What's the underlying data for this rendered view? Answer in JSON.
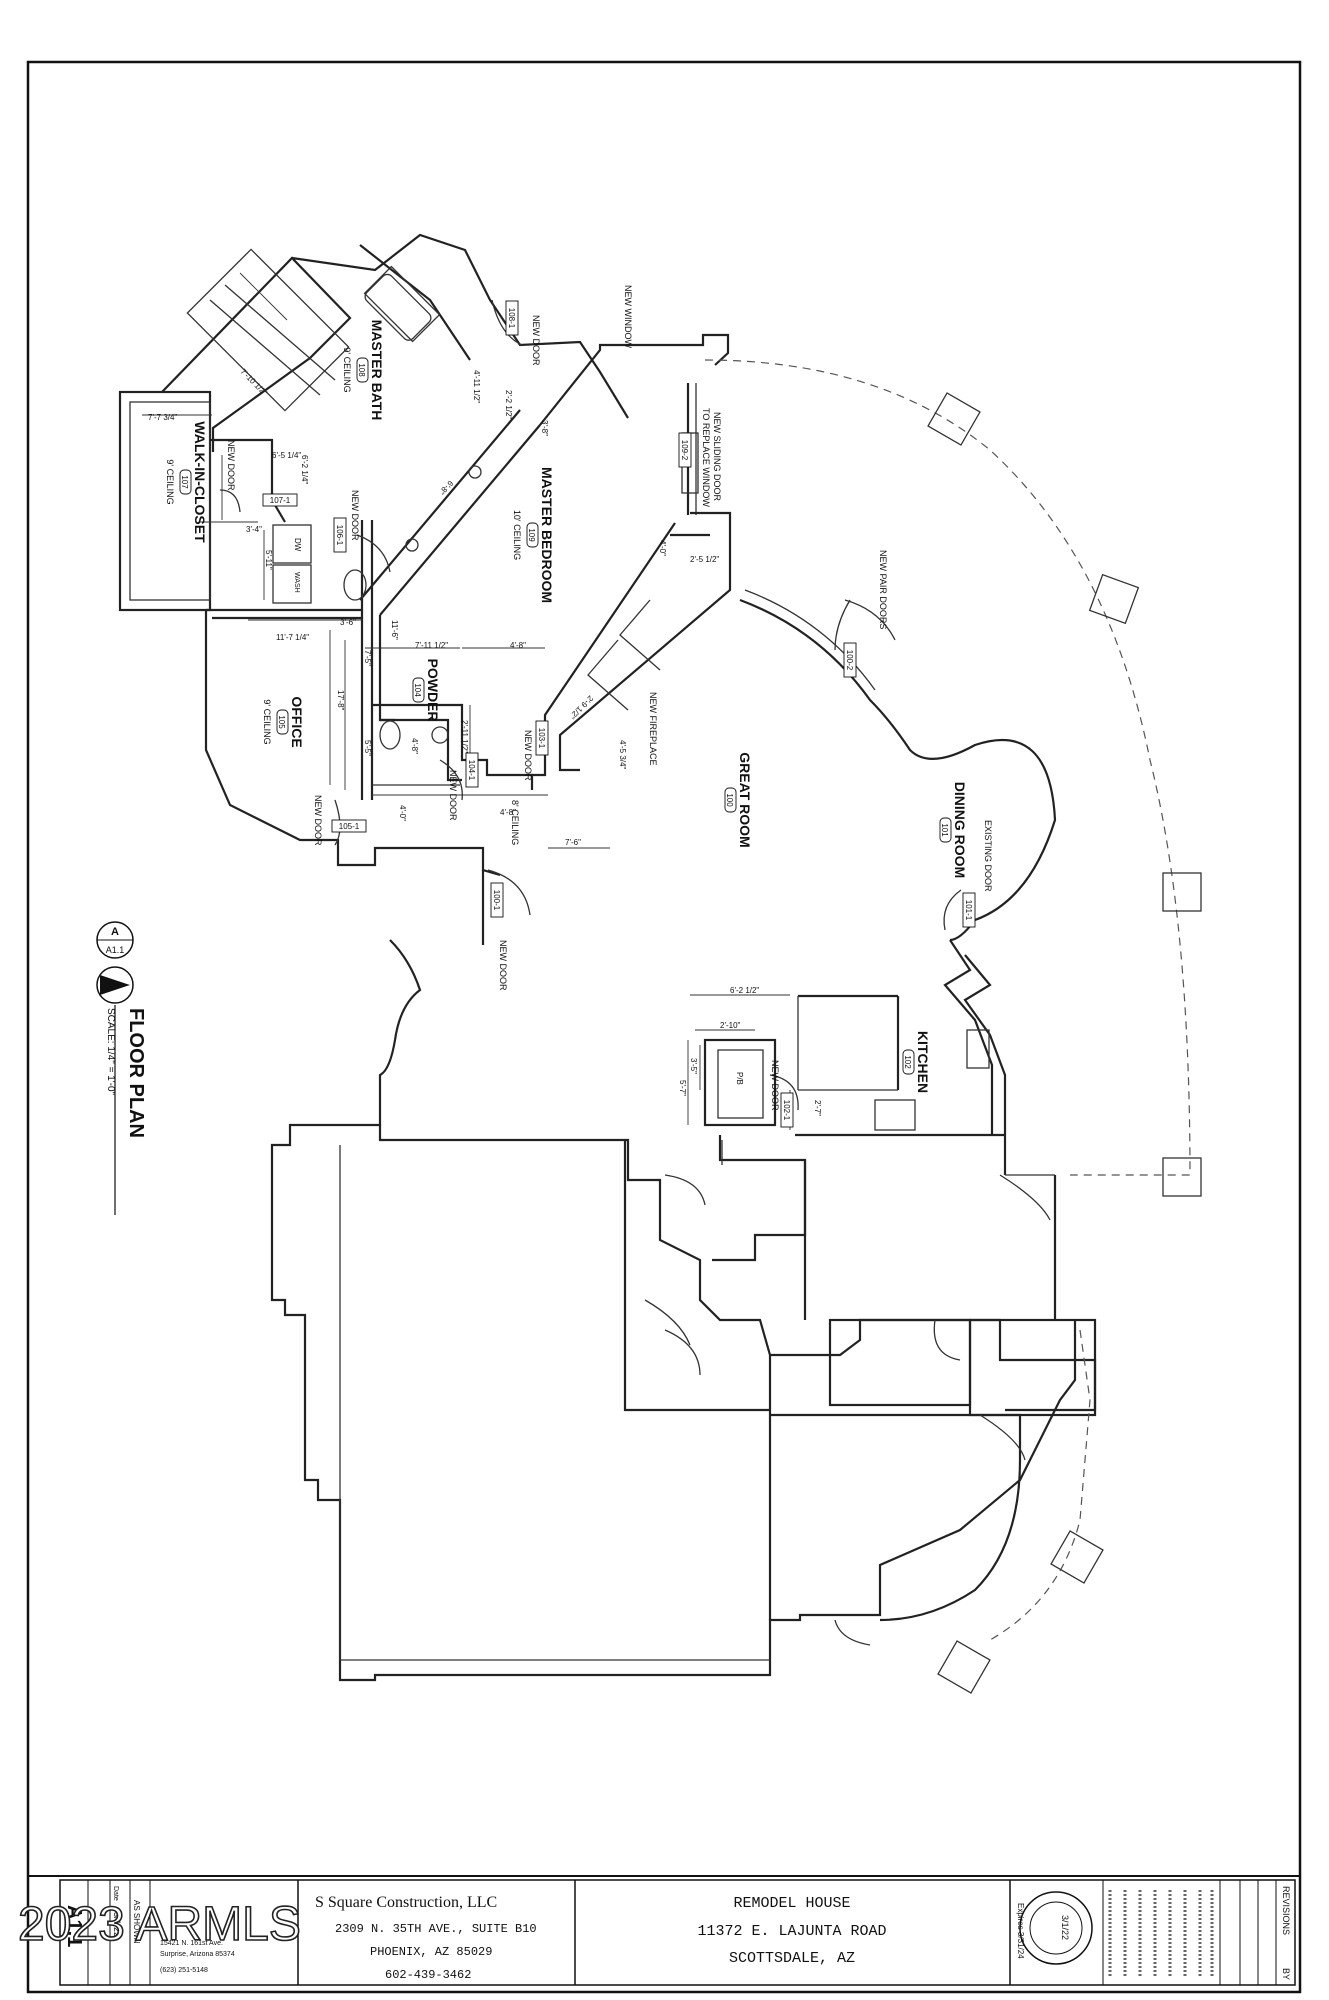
{
  "rooms": {
    "master_bath": {
      "name": "MASTER BATH",
      "tag": "108",
      "ceiling": "9' CEILING"
    },
    "walk_in_closet": {
      "name": "WALK-IN-CLOSET",
      "tag": "107",
      "ceiling": "9' CEILING"
    },
    "master_bedroom": {
      "name": "MASTER BEDROOM",
      "tag": "109",
      "ceiling": "10' CEILING"
    },
    "powder": {
      "name": "POWDER",
      "tag": "104"
    },
    "office": {
      "name": "OFFICE",
      "tag": "105",
      "ceiling": "9' CEILING"
    },
    "great_room": {
      "name": "GREAT ROOM",
      "tag": "100"
    },
    "dining_room": {
      "name": "DINING ROOM",
      "tag": "101"
    },
    "kitchen": {
      "name": "KITCHEN",
      "tag": "102"
    }
  },
  "notes": {
    "new_door": "NEW DOOR",
    "new_window": "NEW WINDOW",
    "new_sliding_door_1": "NEW SLIDING DOOR",
    "new_sliding_door_2": "TO REPLACE WINDOW",
    "new_pair_doors": "NEW PAIR DOORS",
    "new_fireplace": "NEW FIREPLACE",
    "existing_door": "EXISTING DOOR",
    "eight_ceiling": "8' CEILING",
    "dw": "DW",
    "wash": "WASH",
    "pb": "P/B"
  },
  "door_tags": {
    "t108_1": "108-1",
    "t109_2": "109-2",
    "t107_1": "107-1",
    "t106_1": "106-1",
    "t100_2": "100-2",
    "t103_1": "103-1",
    "t104_1": "104-1",
    "t105_1": "105-1",
    "t100_1": "100-1",
    "t101_1": "101-1",
    "t102_1": "102-1"
  },
  "dimensions": {
    "d1": "7'-10 1/2\"",
    "d2": "7'-7 3/4\"",
    "d3": "6'-5 1/4\"",
    "d4": "6'-2 1/4\"",
    "d5": "3'-4\"",
    "d6": "5'-11\"",
    "d7": "3'-6\"",
    "d8": "11'-7 1/4\"",
    "d9": "4'-11 1/2\"",
    "d10": "2'-2 1/2\"",
    "d11": "3'-8\"",
    "d12": "6'-8\"",
    "d13": "2'-5 1/2\"",
    "d14": "4'-0\"",
    "d15": "7'-11 1/2\"",
    "d16": "4'-8\"",
    "d17": "11'-6\"",
    "d18": "7'-5\"",
    "d19": "17'-8\"",
    "d20": "5'-5\"",
    "d21": "4'-8\"",
    "d22": "2'-11 1/2\"",
    "d23": "4'-0\"",
    "d24": "2'-9 1/2\"",
    "d25": "4'-5 3/4\"",
    "d26": "7'-6\"",
    "d27": "4'-8\"",
    "d28": "6'-2 1/2\"",
    "d29": "2'-10\"",
    "d30": "3'-5\"",
    "d31": "5'-7\"",
    "d32": "2'-7\""
  },
  "drawing": {
    "callout_top": "A",
    "callout_sheet": "A1.1",
    "title": "FLOOR PLAN",
    "scale": "SCALE: 1/4\" = 1'-0\""
  },
  "title_block": {
    "revisions": "REVISIONS",
    "by": "BY",
    "project_line1": "REMODEL HOUSE",
    "project_line2": "11372 E. LAJUNTA ROAD",
    "project_line3": "SCOTTSDALE, AZ",
    "contractor_name": "S Square Construction, LLC",
    "contractor_addr1": "2309 N. 35TH AVE., SUITE B10",
    "contractor_addr2": "PHOENIX, AZ 85029",
    "contractor_phone": "602-439-3462",
    "designer_addr1": "15421 N. 161st Ave.",
    "designer_addr2": "Surprise, Arizona 85374",
    "designer_phone": "(623) 251-5148",
    "date_label": "Date",
    "date_value": "3/1/22",
    "scale_value": "AS SHOWN",
    "seal_date": "3/1/22",
    "seal_expires": "Expires 3/31/24",
    "sheet_number": "A1.1",
    "watermark": "2023 ARMLS"
  }
}
